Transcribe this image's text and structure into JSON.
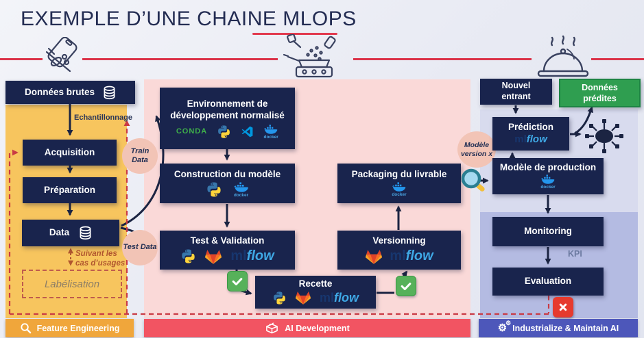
{
  "title": "EXEMPLE D’UNE CHAINE MLOPS",
  "stages": {
    "feature_engineering": {
      "footer": "Feature Engineering",
      "donnees_brutes": "Données brutes",
      "acquisition": "Acquisition",
      "preparation": "Préparation",
      "data": "Data",
      "labelisation": "Labélisation",
      "echantillonnage": "Echantillonnage",
      "suivant_cas": "Suivant les cas d’usages"
    },
    "ai_development": {
      "footer": "AI Development",
      "environnement": "Environnement de développement normalisé",
      "construction": "Construction du modèle",
      "test_validation": "Test & Validation",
      "recette": "Recette",
      "versionning": "Versionning",
      "packaging": "Packaging du livrable"
    },
    "industrialize": {
      "footer": "Industrialize & Maintain AI",
      "nouvel_entrant": "Nouvel entrant",
      "donnees_predites": "Données prédites",
      "prediction": "Prédiction",
      "modele_production": "Modèle de production",
      "monitoring": "Monitoring",
      "evaluation": "Evaluation",
      "kpi": "KPI"
    }
  },
  "badges": {
    "train_data": "Train Data",
    "test_data": "Test Data",
    "modele_version": "Modèle version x"
  },
  "logos": {
    "conda": "CONDA",
    "docker": "docker",
    "mlflow_ml": "ml",
    "mlflow_flow": "flow"
  },
  "colors": {
    "navy_box": "#19244d",
    "yellow": "#f7c55e",
    "pink": "#fad9d8",
    "lavender_light": "#d8dbee",
    "lavender_dark": "#b4bbe2",
    "footer_orange": "#f0a63b",
    "footer_red": "#f25462",
    "footer_blue": "#4d57ba",
    "green_box": "#2f9e50",
    "accent_red": "#db3349"
  }
}
